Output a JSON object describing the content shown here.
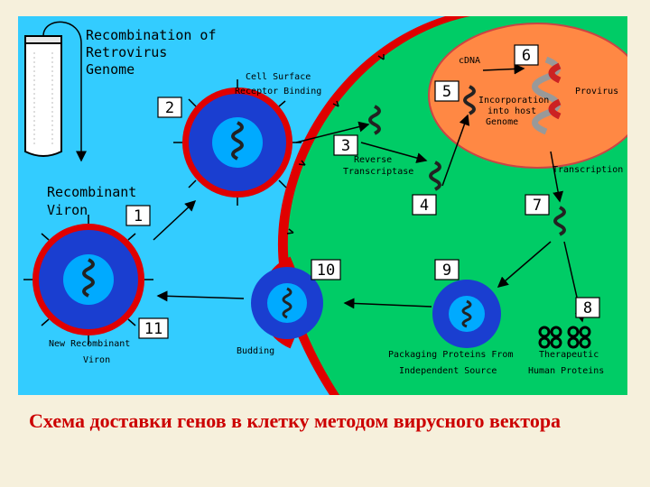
{
  "labels": {
    "recombination": [
      "Recombination of",
      "Retrovirus",
      "Genome"
    ],
    "cell_surface": [
      "Cell Surface",
      "Receptor Binding"
    ],
    "recombinant_viron": [
      "Recombinant",
      "Viron"
    ],
    "reverse_transcriptase": [
      "Reverse",
      "Transcriptase"
    ],
    "cdna": "cDNA",
    "incorporation": [
      "Incorporation",
      "into host",
      "Genome"
    ],
    "provirus": "Provirus",
    "transcription": "Transcription",
    "new_recombinant": [
      "New Recombinant",
      "Viron"
    ],
    "budding": "Budding",
    "packaging": [
      "Packaging Proteins From",
      "Independent Source"
    ],
    "therapeutic": [
      "Therapeutic",
      "Human Proteins"
    ]
  },
  "steps": [
    "1",
    "2",
    "3",
    "4",
    "5",
    "6",
    "7",
    "8",
    "9",
    "10",
    "11"
  ],
  "caption": "Схема доставки генов в клетку методом вирусного вектора",
  "colors": {
    "background": "#33ccff",
    "cell": "#00cc66",
    "membrane": "#e00000",
    "nucleus": "#ff8844",
    "virion_blue": "#1a3ed0",
    "core_cyan": "#00aaff",
    "caption": "#cc0000"
  }
}
